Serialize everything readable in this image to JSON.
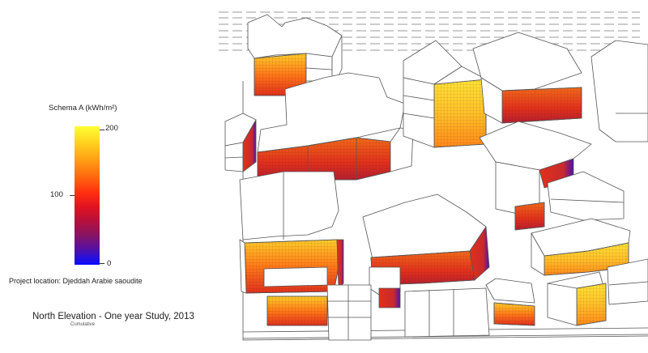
{
  "legend": {
    "title": "Schema A (kWh/m²)",
    "ticks": {
      "max": "200",
      "mid": "100",
      "min": "0"
    },
    "scale_colors": [
      "#ffff33",
      "#ffa014",
      "#ff2f10",
      "#b8103a",
      "#5a10a0",
      "#0a0aff"
    ]
  },
  "project_location": "Project location: Djeddah Arabie saoudite",
  "footer": {
    "title": "North Elevation - One year Study, 2013",
    "subtitle": "Cumulative"
  },
  "scene": {
    "outline_color": "#555555",
    "roof_color": "#ffffff",
    "heat_colors": [
      "#ffd62a",
      "#ff8a1a",
      "#f04418",
      "#d0202a",
      "#8a1460",
      "#3a12c8"
    ]
  }
}
